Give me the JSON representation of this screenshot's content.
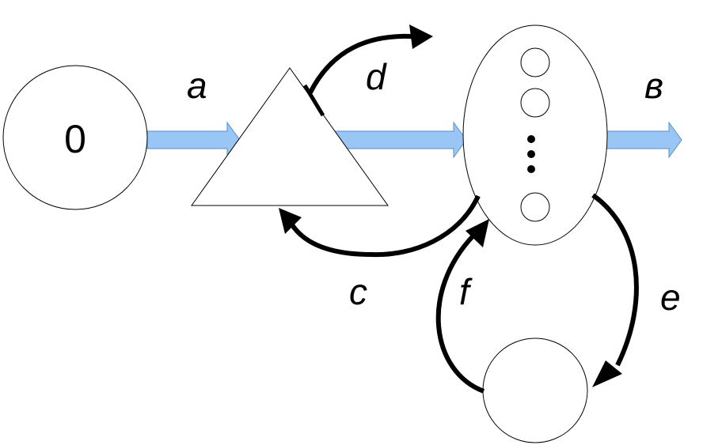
{
  "diagram": {
    "nodes": {
      "source_label": "0"
    },
    "labels": {
      "a": "a",
      "b": "в",
      "c": "c",
      "d": "d",
      "e": "e",
      "f": "f"
    }
  }
}
